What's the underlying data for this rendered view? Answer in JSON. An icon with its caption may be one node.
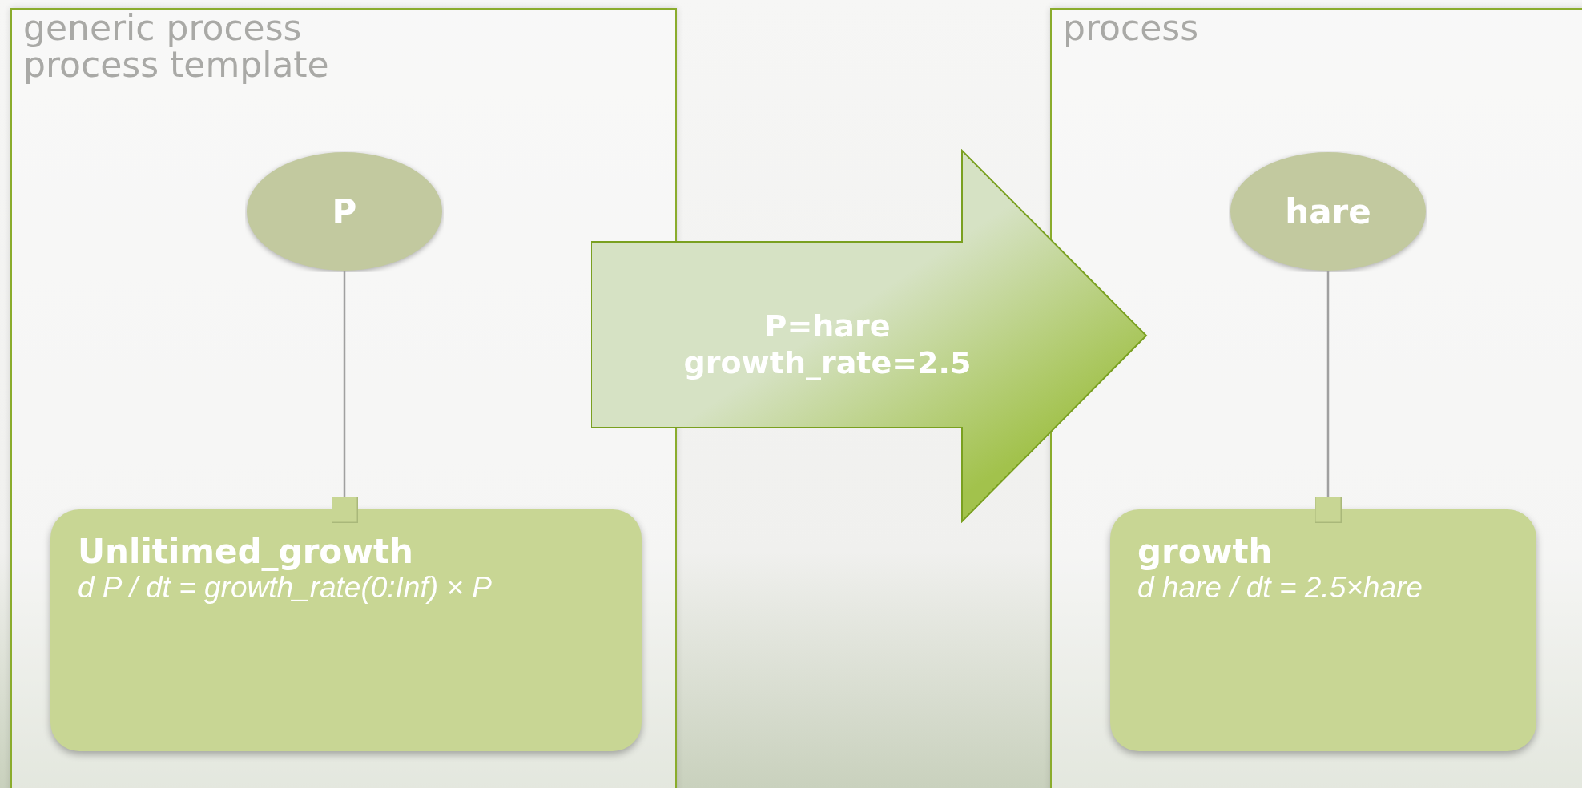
{
  "diagram": {
    "nodes": [
      {
        "text": [
          "generic process",
          "process template"
        ]
      },
      {
        "text": [
          "P"
        ],
        "in": 0
      },
      {
        "text": [
          "Unlitimed_growth",
          "d P / dt = growth_rate(0:Inf) × P"
        ],
        "in": 0
      },
      {
        "text": [
          "P=hare",
          "growth_rate=2.5"
        ]
      },
      {
        "text": [
          "process"
        ]
      },
      {
        "text": [
          "hare"
        ],
        "in": 4
      },
      {
        "text": [
          "growth",
          "d hare / dt = 2.5×hare"
        ],
        "in": 4
      }
    ],
    "edges": [
      {
        "from": 1,
        "to": 2,
        "arrow": "other"
      },
      {
        "from": 5,
        "to": 6,
        "arrow": "other"
      }
    ]
  }
}
